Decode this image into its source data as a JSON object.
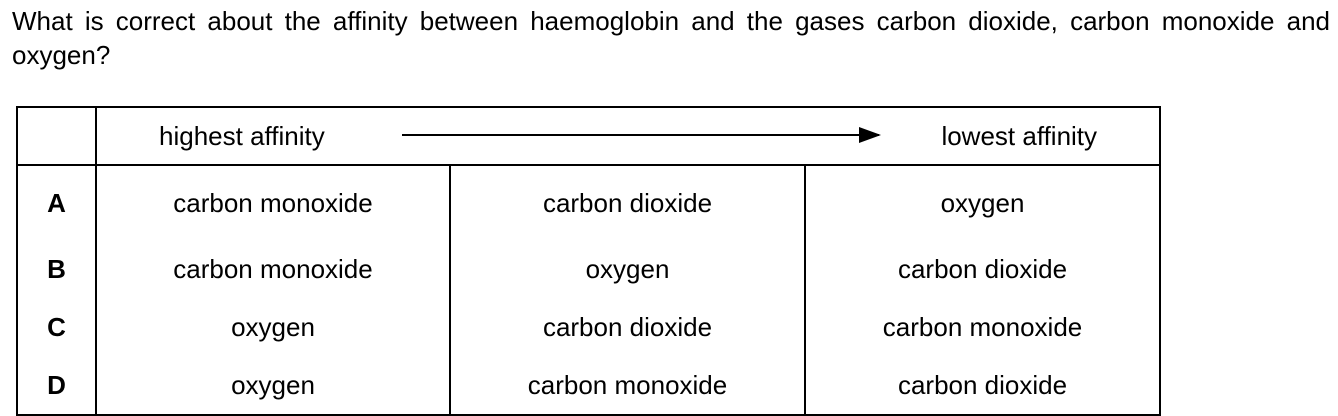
{
  "question": {
    "text": "What is correct about the affinity between haemoglobin and the gases carbon dioxide, carbon monoxide and oxygen?"
  },
  "table": {
    "header": {
      "highest_label": "highest affinity",
      "lowest_label": "lowest affinity"
    },
    "rows": [
      {
        "letter": "A",
        "cells": [
          "carbon monoxide",
          "carbon dioxide",
          "oxygen"
        ]
      },
      {
        "letter": "B",
        "cells": [
          "carbon monoxide",
          "oxygen",
          "carbon dioxide"
        ]
      },
      {
        "letter": "C",
        "cells": [
          "oxygen",
          "carbon dioxide",
          "carbon monoxide"
        ]
      },
      {
        "letter": "D",
        "cells": [
          "oxygen",
          "carbon monoxide",
          "carbon dioxide"
        ]
      }
    ]
  },
  "icons": {
    "arrow": "right-arrow-icon"
  }
}
